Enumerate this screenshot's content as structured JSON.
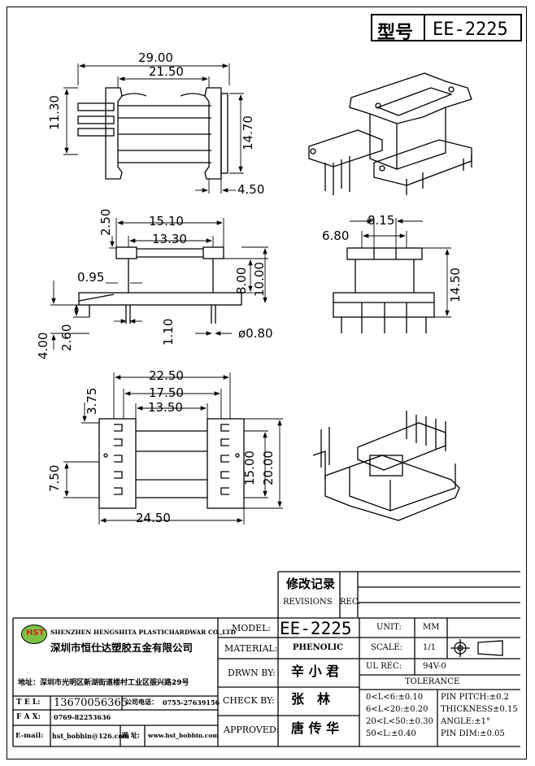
{
  "title": {
    "label": "型号",
    "model": "EE-2225"
  },
  "views": {
    "top_left": {
      "w1": "29.00",
      "w2": "21.50",
      "h1": "11.30",
      "h2": "14.70",
      "d": "4.50"
    },
    "mid_left": {
      "a": "2.50",
      "w1": "15.10",
      "w2": "13.30",
      "b": "0.95",
      "h1": "8.00",
      "h2": "10.00",
      "c": "4.00",
      "d": "2.60",
      "e": "1.10",
      "pin": "ø0.80"
    },
    "mid_right": {
      "w1": "8.15",
      "w2": "6.80",
      "h": "14.50"
    },
    "bottom_left": {
      "w1": "22.50",
      "w2": "17.50",
      "w3": "13.50",
      "a": "3.75",
      "b": "7.50",
      "h1": "15.00",
      "h2": "20.00",
      "w4": "24.50"
    }
  },
  "revisions": {
    "title_cn": "修改记录",
    "title_en": "REVISIONS",
    "rec": "REC."
  },
  "company": {
    "logo": "HST",
    "name_en": "SHENZHEN HENGSHITA PLASTICHARDWAR CO.,LTD",
    "name_cn": "深圳市恒仕达塑胶五金有限公司",
    "address": "地址：深圳市光明区新湖街道楼村工业区振兴路29号",
    "tel_label": "T E L:",
    "tel": "13670056365",
    "company_tel_label": "公司电话：",
    "company_tel": "0755-27639156",
    "fax_label": "F A X:",
    "fax": "0769-82253636",
    "email_label": "E-mail:",
    "email": "hst_bobbin@126.com",
    "web_label": "网 址:",
    "web": "www.hst_bobbin.com"
  },
  "block": {
    "model_label": "MODEL:",
    "model": "EE-2225",
    "material_label": "MATERIAL:",
    "material": "PHENOLIC",
    "drawn_label": "DRWN BY:",
    "drawn": "辛 小 君",
    "check_label": "CHECK BY:",
    "check": "张　林",
    "approved_label": "APPROVED:",
    "approved": "唐 传 华",
    "unit_label": "UNIT:",
    "unit": "MM",
    "scale_label": "SCALE:",
    "scale": "1/1",
    "ul_label": "UL REC:",
    "ul": "94V-0",
    "tolerance_label": "TOLERANCE",
    "tol1": "0<L<6:±0.10",
    "tol2": "6<L<20:±0.20",
    "tol3": "20<L<50:±0.30",
    "tol4": "50<L:±0.40",
    "pin_pitch": "PIN PITCH:±0.2",
    "thickness": "THICKNESS±0.15",
    "angle": "ANGLE:±1°",
    "pin_dim": "PIN DIM:±0.05"
  }
}
